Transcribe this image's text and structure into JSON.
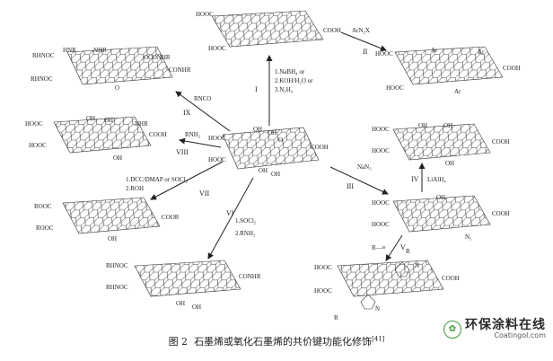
{
  "figure": {
    "caption_prefix": "图 2",
    "caption_text": "石墨烯或氧化石墨烯的共价键功能化修饰",
    "caption_ref": "[41]"
  },
  "watermark": {
    "title": "环保涂料在线",
    "site": "Coatingol.com",
    "logo_icon": "leaf-circle-icon"
  },
  "center": {
    "labels": [
      "HOOC",
      "HOOC",
      "COOH",
      "OH",
      "OH",
      "O",
      "OH",
      "OH"
    ]
  },
  "structures": [
    {
      "id": "top",
      "labels": [
        "HOOC",
        "HOOC",
        "COOH"
      ]
    },
    {
      "id": "top-right",
      "labels": [
        "HOOC",
        "HOOC",
        "Ar",
        "Ar",
        "COOH",
        "Ar"
      ]
    },
    {
      "id": "top-left",
      "labels": [
        "RHNOC",
        "RHNOC",
        "HNR",
        "OCONHR",
        "CONHR",
        "NHR",
        "O"
      ]
    },
    {
      "id": "mid-left",
      "labels": [
        "HOOC",
        "HOOC",
        "OH",
        "OH",
        "NHR",
        "COOH",
        "OH"
      ]
    },
    {
      "id": "mid-right",
      "labels": [
        "HOOC",
        "HOOC",
        "OH",
        "OH",
        "COOH",
        "OH"
      ]
    },
    {
      "id": "lower-left",
      "labels": [
        "ROOC",
        "ROOC",
        "COOR",
        "OH"
      ]
    },
    {
      "id": "lower-right",
      "labels": [
        "HOOC",
        "HOOC",
        "OH",
        "COOH",
        "N₃"
      ]
    },
    {
      "id": "bottom-center",
      "labels": [
        "RHNOC",
        "RHNOC",
        "CONHR",
        "OH",
        "OH"
      ]
    },
    {
      "id": "bottom-right",
      "labels": [
        "HOOC",
        "HOOC",
        "COOH",
        "R",
        "R",
        "N",
        "N"
      ]
    }
  ],
  "reactions": [
    {
      "id": "I",
      "roman": "I",
      "conditions": [
        "1.NaBH₄ or",
        "2.KOH/H₂O or",
        "3.N₂H₄"
      ]
    },
    {
      "id": "II",
      "roman": "II",
      "conditions": [
        "ArN₂X"
      ]
    },
    {
      "id": "III",
      "roman": "III",
      "conditions": [
        "NaN₃"
      ]
    },
    {
      "id": "IV",
      "roman": "IV",
      "conditions": [
        "LiAlH₄"
      ]
    },
    {
      "id": "V",
      "roman": "V",
      "conditions": [
        "R—≡"
      ]
    },
    {
      "id": "VI",
      "roman": "VI",
      "conditions": [
        "1.SOCl₂",
        "2.RNH₂"
      ]
    },
    {
      "id": "VII",
      "roman": "VII",
      "conditions": [
        "1.DCC/DMAP or SOCl₂",
        "2.ROH"
      ]
    },
    {
      "id": "VIII",
      "roman": "VIII",
      "conditions": [
        "RNH₂"
      ]
    },
    {
      "id": "IX",
      "roman": "IX",
      "conditions": [
        "RNCO"
      ]
    }
  ]
}
